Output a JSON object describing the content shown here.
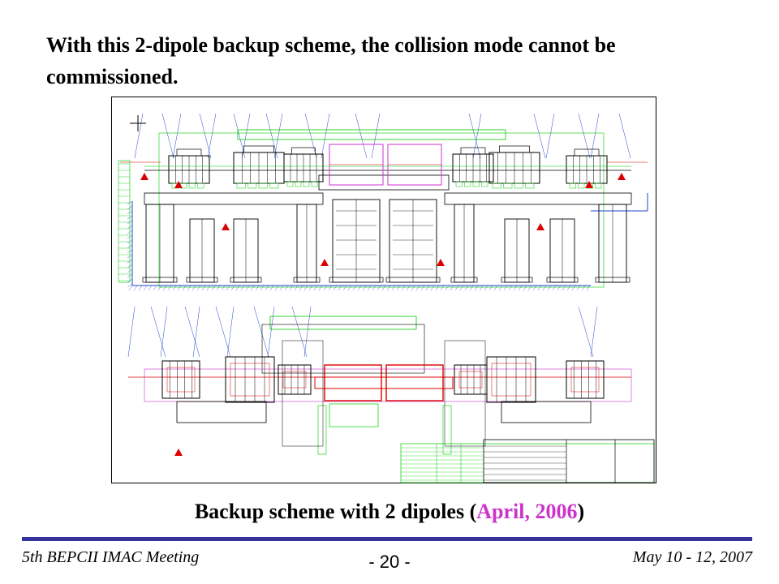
{
  "heading": "With this 2-dipole backup scheme, the collision mode cannot be commissioned.",
  "caption": {
    "before": "Backup scheme with 2 dipoles (",
    "accent": "April, 2006",
    "after": ")",
    "accent_color": "#cc33cc"
  },
  "footer": {
    "left": "5th BEPCII IMAC Meeting",
    "page": "- 20 -",
    "right": "May 10 - 12, 2007",
    "rule_color": "#333399"
  },
  "drawing": {
    "stroke_colors": {
      "structure": "#000000",
      "green": "#00cc00",
      "red": "#dd0000",
      "magenta": "#cc33cc",
      "blue": "#2244cc"
    }
  }
}
